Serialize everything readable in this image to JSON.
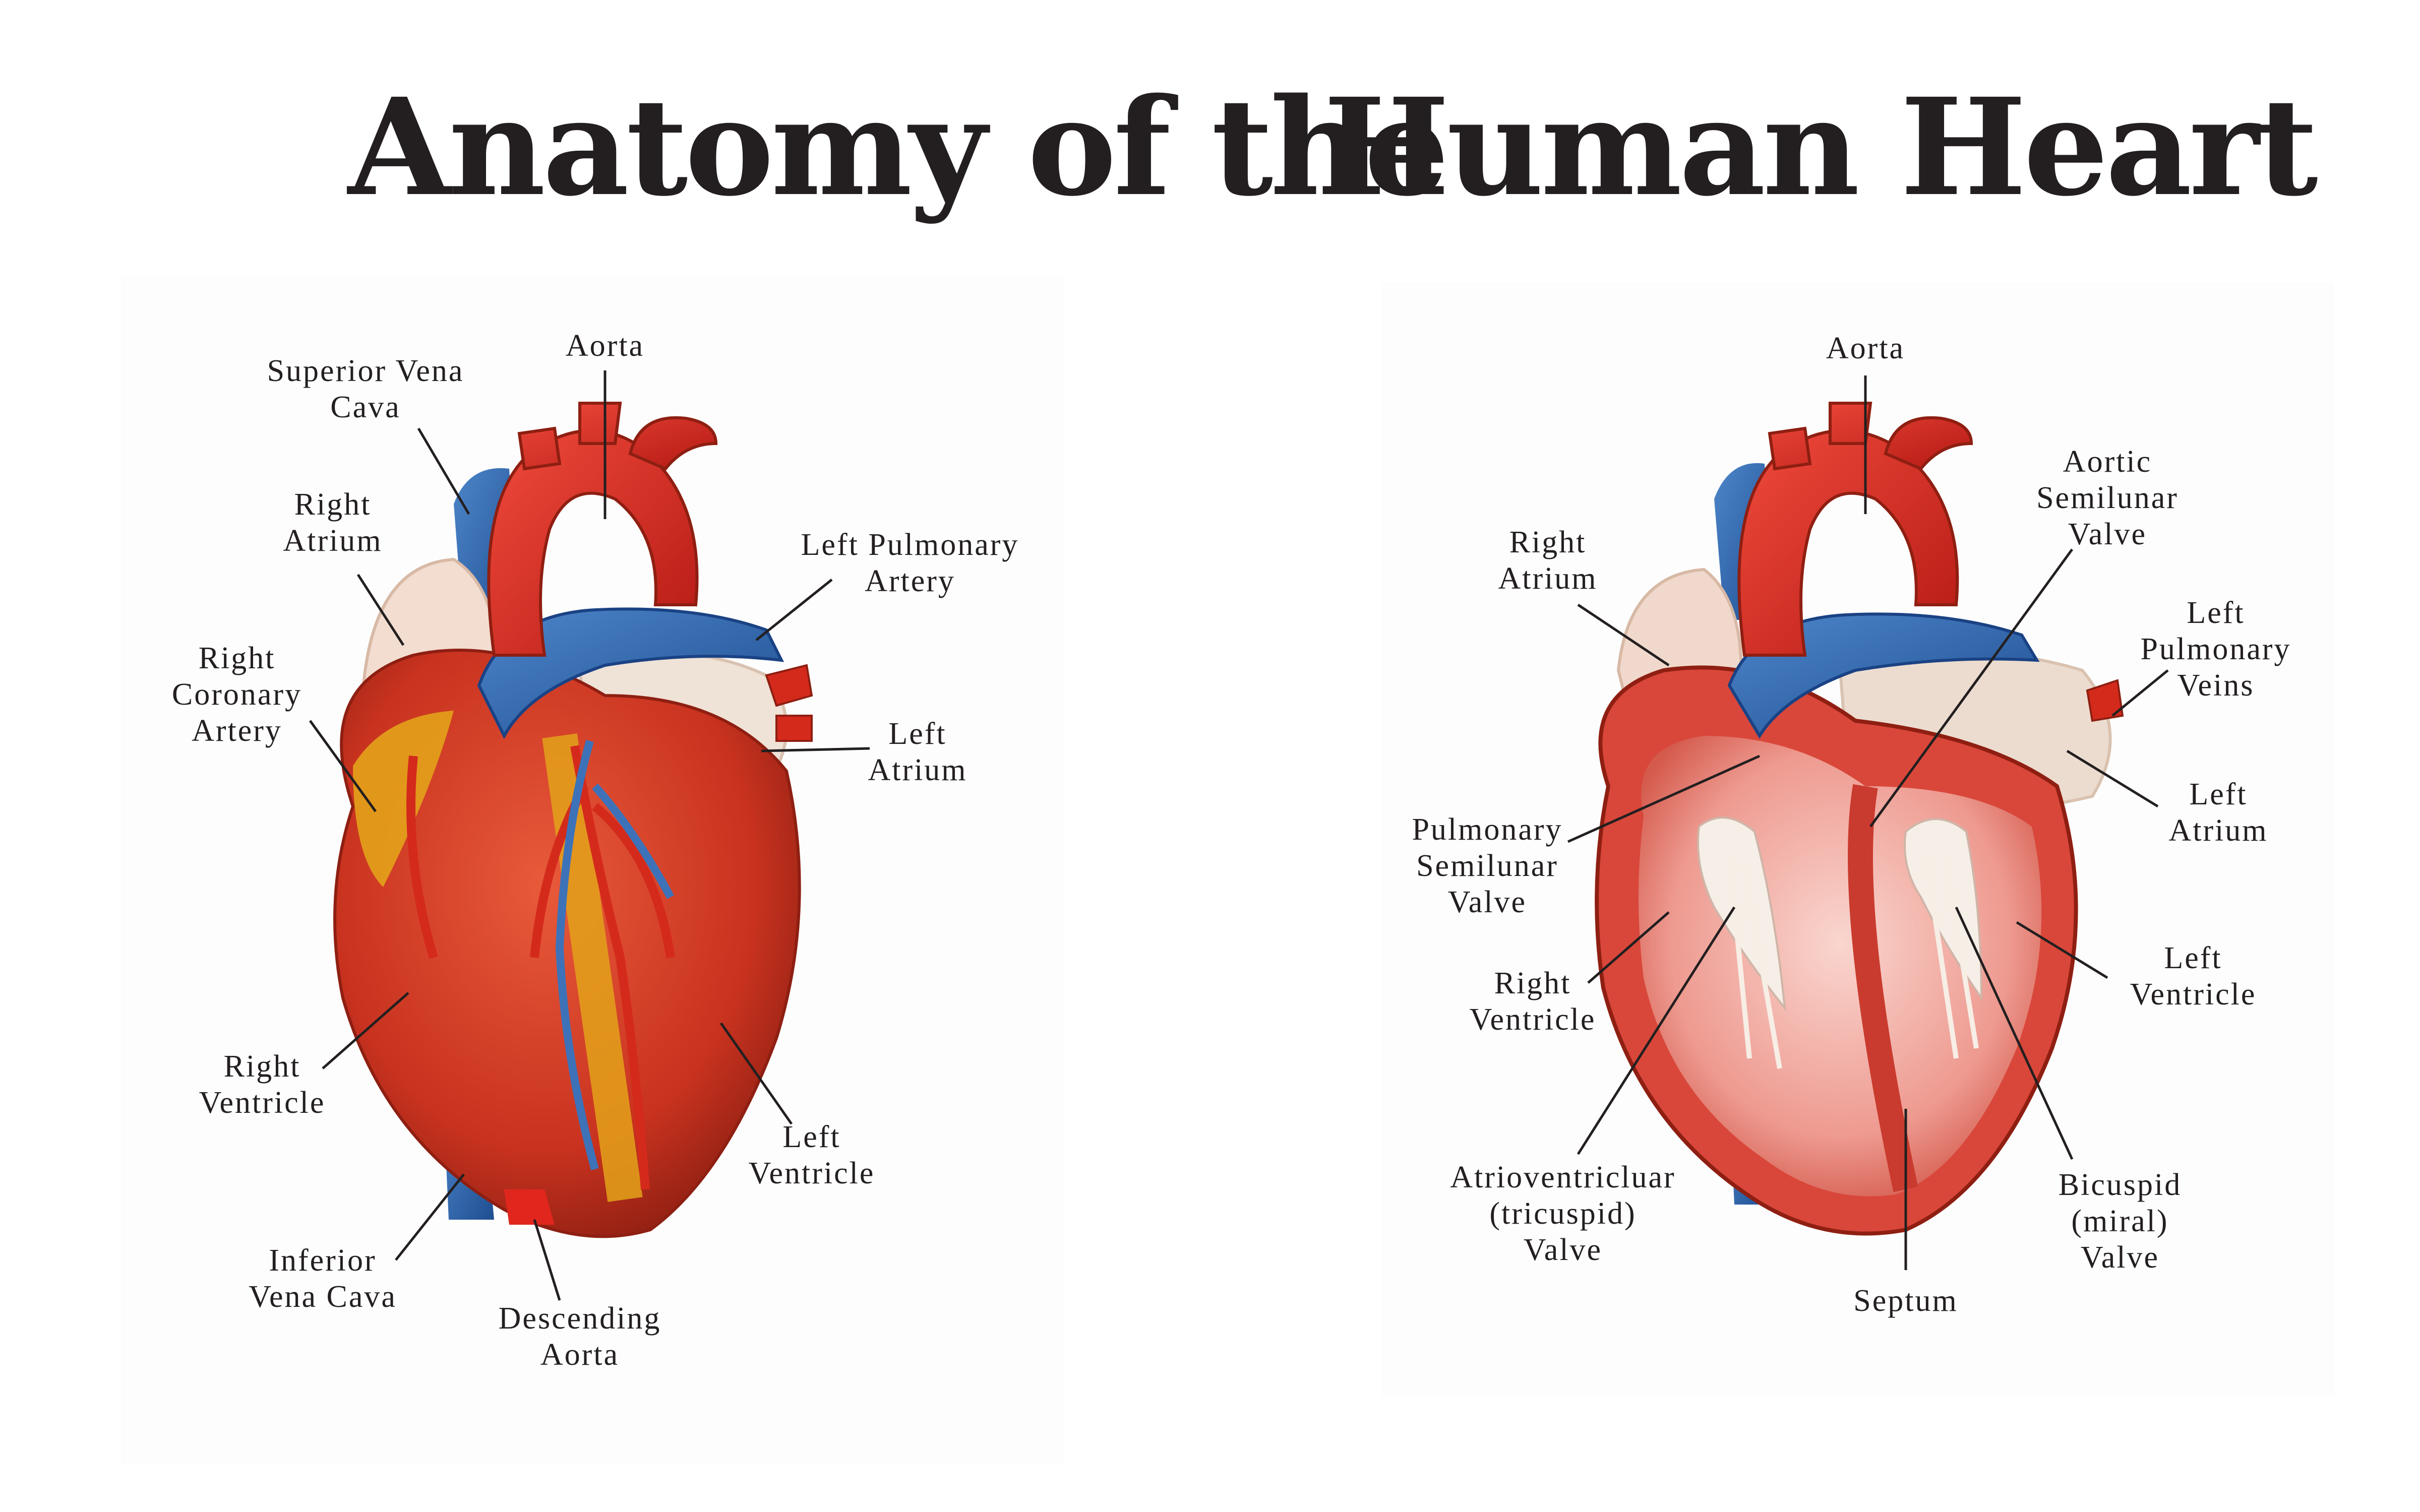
{
  "title": {
    "part1": "Anatomy of  the",
    "part2": "Human Heart"
  },
  "external_view": {
    "labels": {
      "superior_vena_cava": [
        "Superior Vena",
        "Cava"
      ],
      "aorta": [
        "Aorta"
      ],
      "right_atrium": [
        "Right",
        "Atrium"
      ],
      "left_pulmonary_artery": [
        "Left Pulmonary",
        "Artery"
      ],
      "right_coronary_artery": [
        "Right",
        "Coronary",
        "Artery"
      ],
      "left_atrium": [
        "Left",
        "Atrium"
      ],
      "right_ventricle": [
        "Right",
        "Ventricle"
      ],
      "left_ventricle": [
        "Left",
        "Ventricle"
      ],
      "inferior_vena_cava": [
        "Inferior",
        "Vena Cava"
      ],
      "descending_aorta": [
        "Descending",
        "Aorta"
      ]
    }
  },
  "internal_view": {
    "labels": {
      "aorta": [
        "Aorta"
      ],
      "aortic_semilunar_valve": [
        "Aortic",
        "Semilunar",
        "Valve"
      ],
      "right_atrium": [
        "Right",
        "Atrium"
      ],
      "left_pulmonary_veins": [
        "Left",
        "Pulmonary",
        "Veins"
      ],
      "left_atrium": [
        "Left",
        "Atrium"
      ],
      "pulmonary_semilunar_valve": [
        "Pulmonary",
        "Semilunar",
        "Valve"
      ],
      "left_ventricle": [
        "Left",
        "Ventricle"
      ],
      "right_ventricle": [
        "Right",
        "Ventricle"
      ],
      "atrioventricular_valve": [
        "Atrioventricluar",
        "(tricuspid)",
        "Valve"
      ],
      "bicuspid_valve": [
        "Bicuspid",
        "(miral)",
        "Valve"
      ],
      "septum": [
        "Septum"
      ]
    }
  },
  "colors": {
    "muscle": "#c8321f",
    "muscle_dark": "#9e2315",
    "artery": "#e0261d",
    "vein": "#2b63ad",
    "fat": "#e3a21a",
    "atrium_pale": "#f1ddd0",
    "interior_pink": "#f2a7a0",
    "ink": "#231f20"
  }
}
